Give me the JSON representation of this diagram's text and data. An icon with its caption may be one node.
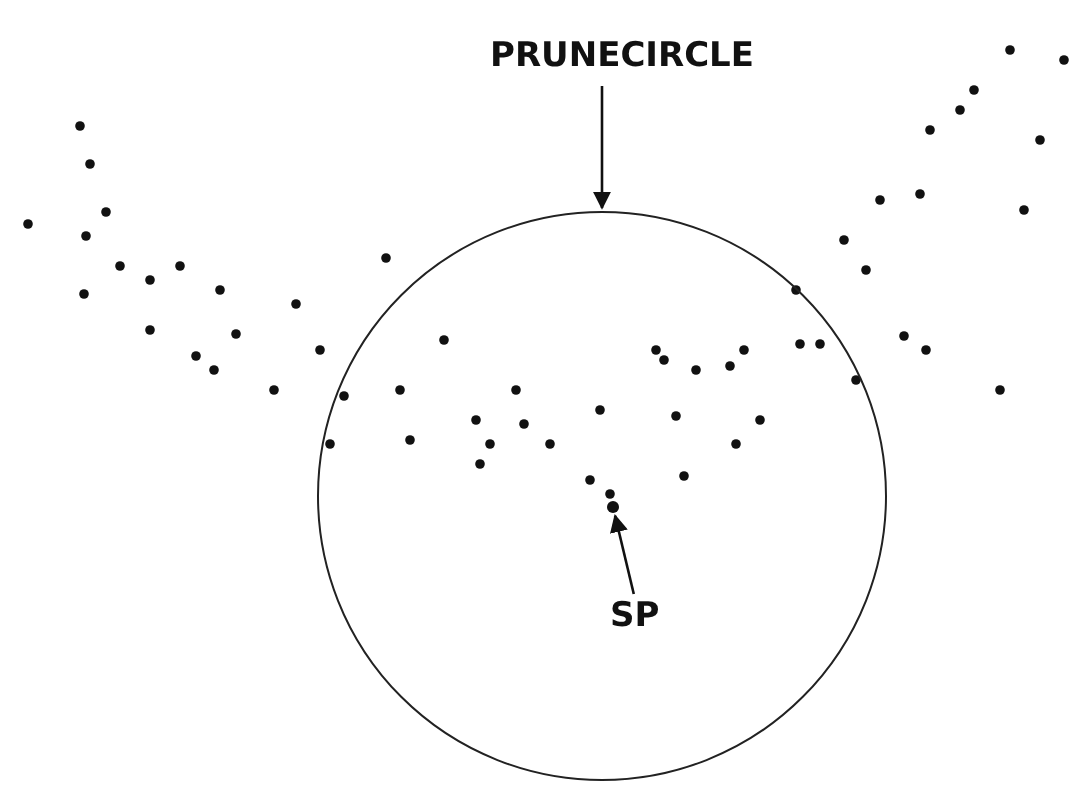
{
  "diagram": {
    "nodes": [
      {
        "text": [
          "PRUNECIRCLE"
        ]
      },
      {
        "text": [],
        "shape": "circle"
      },
      {
        "text": [
          "SP"
        ],
        "in": 1
      },
      {
        "text": [],
        "shape": "circle",
        "in": 1
      }
    ],
    "edges": [
      {
        "from": 0,
        "to": 1,
        "arrow": "to"
      },
      {
        "from": 2,
        "to": 3,
        "arrow": "to"
      }
    ]
  }
}
